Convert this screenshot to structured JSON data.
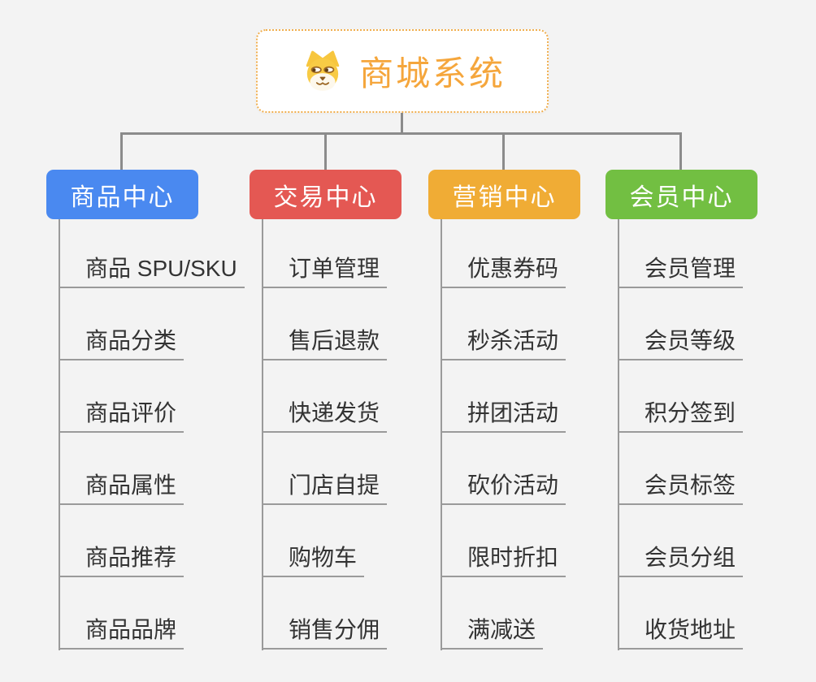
{
  "root": {
    "title": "商城系统",
    "icon": "dog-face-icon"
  },
  "branches": [
    {
      "label": "商品中心",
      "color": "#4a89f0",
      "children": [
        "商品 SPU/SKU",
        "商品分类",
        "商品评价",
        "商品属性",
        "商品推荐",
        "商品品牌"
      ]
    },
    {
      "label": "交易中心",
      "color": "#e45853",
      "children": [
        "订单管理",
        "售后退款",
        "快递发货",
        "门店自提",
        "购物车",
        "销售分佣"
      ]
    },
    {
      "label": "营销中心",
      "color": "#f0ac35",
      "children": [
        "优惠券码",
        "秒杀活动",
        "拼团活动",
        "砍价活动",
        "限时折扣",
        "满减送"
      ]
    },
    {
      "label": "会员中心",
      "color": "#72bf42",
      "children": [
        "会员管理",
        "会员等级",
        "积分签到",
        "会员标签",
        "会员分组",
        "收货地址"
      ]
    }
  ],
  "colors": {
    "background": "#f3f3f3",
    "root_border": "#f0ae4e",
    "root_text": "#f5a63c",
    "connector": "#8b8b8b",
    "child_line": "#9a9a9a",
    "child_text": "#333333"
  }
}
